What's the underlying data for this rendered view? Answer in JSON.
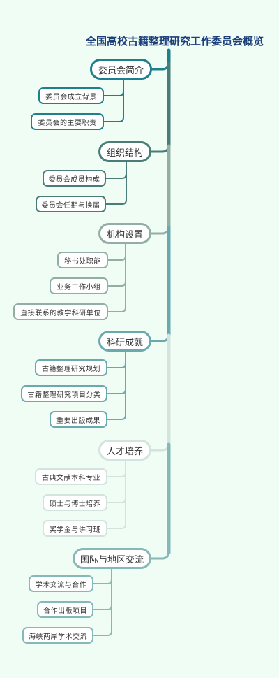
{
  "title": "全国高校古籍整理研究工作委员会概览",
  "branches": [
    {
      "label": "委员会简介",
      "color": "#1f7f8c",
      "children": [
        "委员会成立背景",
        "委员会的主要职责"
      ]
    },
    {
      "label": "组织结构",
      "color": "#4a7d78",
      "children": [
        "委员会成员构成",
        "委员会任期与换届"
      ]
    },
    {
      "label": "机构设置",
      "color": "#93aea4",
      "children": [
        "秘书处职能",
        "业务工作小组",
        "直接联系的教学科研单位"
      ]
    },
    {
      "label": "科研成就",
      "color": "#6aa9ad",
      "children": [
        "古籍整理研究规划",
        "古籍整理研究项目分类",
        "重要出版成果"
      ]
    },
    {
      "label": "人才培养",
      "color": "#d2e4dd",
      "children": [
        "古典文献本科专业",
        "硕士与博士培养",
        "奖学金与讲习班"
      ]
    },
    {
      "label": "国际与地区交流",
      "color": "#86b8b9",
      "children": [
        "学术交流与合作",
        "合作出版项目",
        "海峡两岸学术交流"
      ]
    }
  ]
}
